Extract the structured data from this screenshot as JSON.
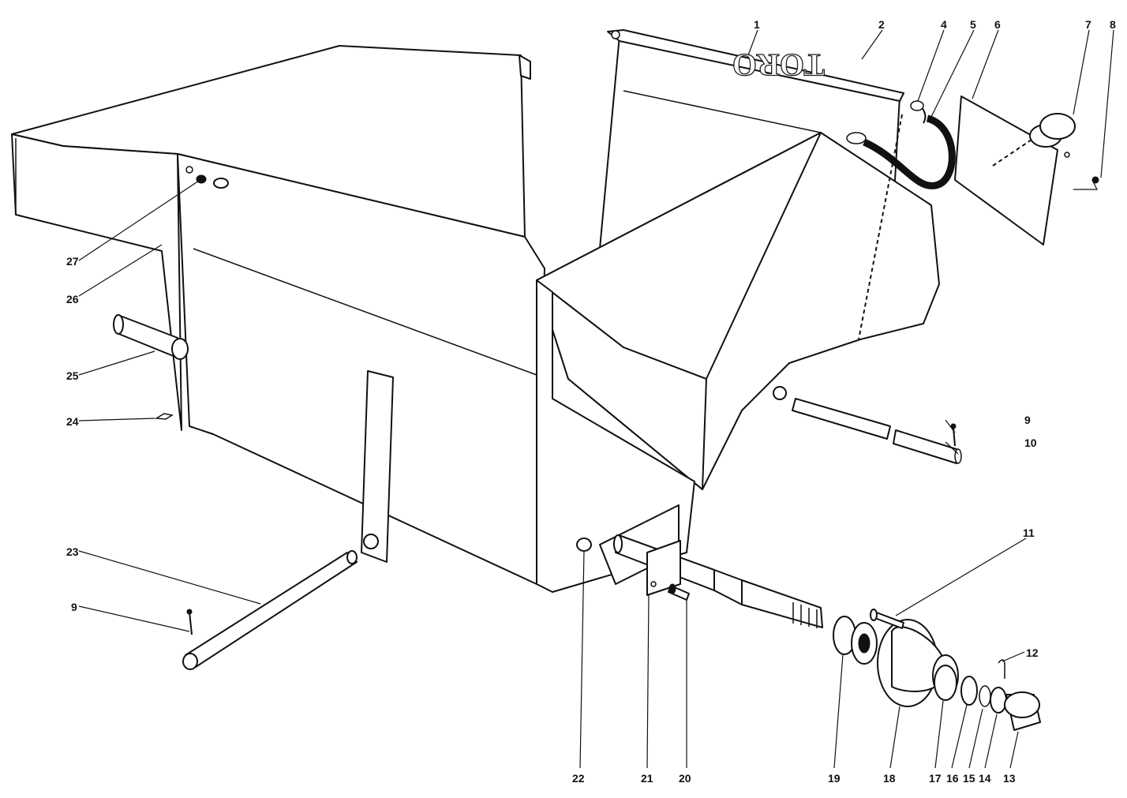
{
  "diagram": {
    "logo_text": "TORO",
    "callouts": [
      "1",
      "2",
      "4",
      "5",
      "6",
      "7",
      "8",
      "9",
      "10",
      "11",
      "12",
      "13",
      "14",
      "15",
      "16",
      "17",
      "18",
      "19",
      "20",
      "21",
      "22",
      "23",
      "24",
      "25",
      "26",
      "27"
    ]
  }
}
